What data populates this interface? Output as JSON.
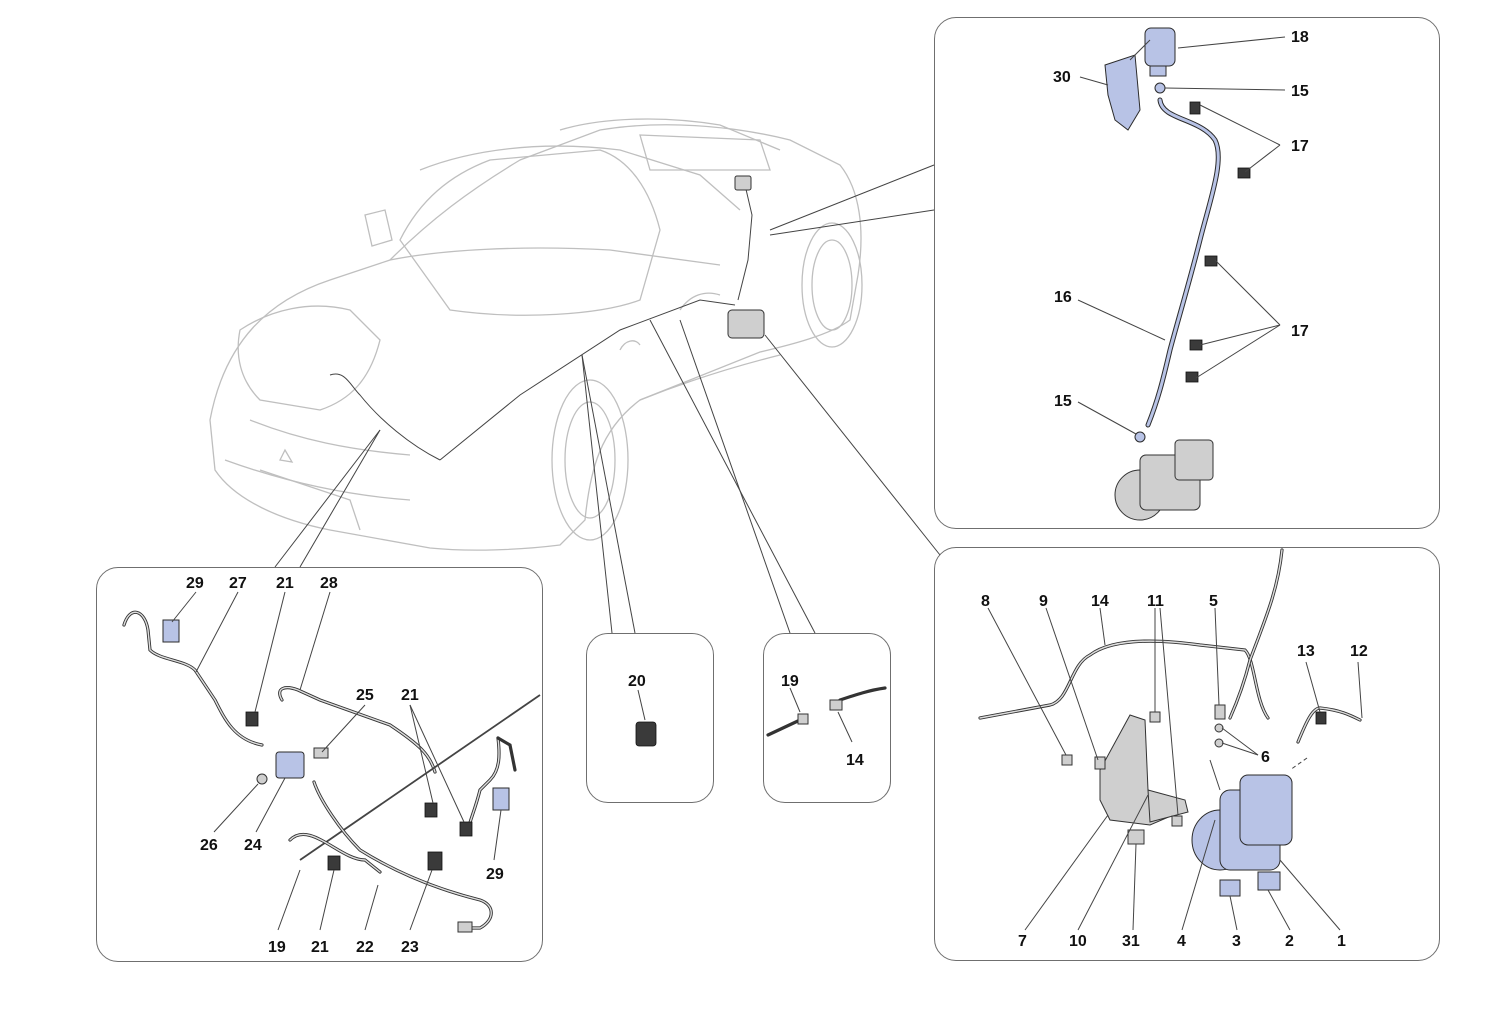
{
  "labels": {
    "n1": "1",
    "n2": "2",
    "n3": "3",
    "n4": "4",
    "n5": "5",
    "n6": "6",
    "n7": "7",
    "n8": "8",
    "n9": "9",
    "n10": "10",
    "n11": "11",
    "n12": "12",
    "n13": "13",
    "n14": "14",
    "n15": "15",
    "n16": "16",
    "n17": "17",
    "n18": "18",
    "n19": "19",
    "n20": "20",
    "n21": "21",
    "n22": "22",
    "n23": "23",
    "n24": "24",
    "n25": "25",
    "n26": "26",
    "n27": "27",
    "n28": "28",
    "n29": "29",
    "n30": "30",
    "n31": "31"
  },
  "colors": {
    "part_fill": "#b8c3e6",
    "outline": "#2b2b2b",
    "car_lines": "#bfbfbf",
    "panel_border": "#6f6f6f"
  }
}
